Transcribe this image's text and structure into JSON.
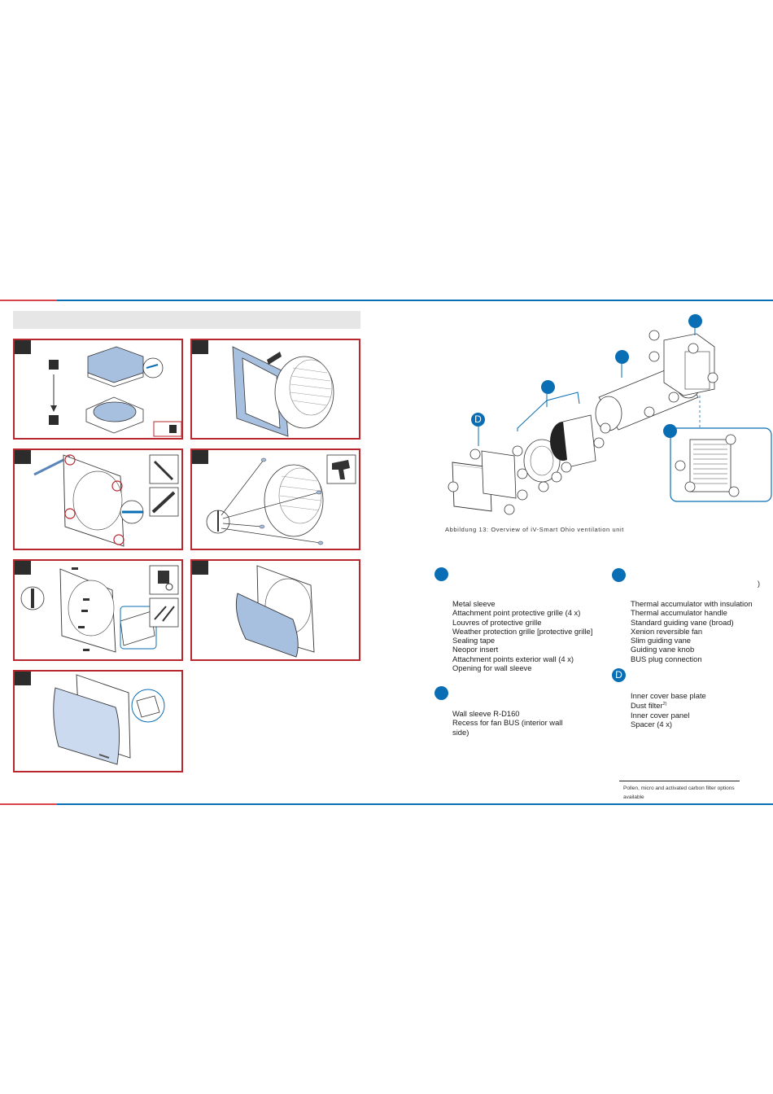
{
  "colors": {
    "accent_red": "#d9434a",
    "accent_blue": "#0a6eb4",
    "step_border": "#b8272d",
    "part_fill": "#a8c0e0"
  },
  "figure": {
    "caption": "Abbildung  13:  Overview of iV-Smart  Ohio ventilation unit",
    "callouts": {
      "d": "D"
    }
  },
  "legend": {
    "group_a": {
      "items": [
        "Metal sleeve",
        "Attachment point protective grille (4 x)",
        "Louvres of protective grille",
        "Weather protection grille [protective grille]",
        "Sealing tape",
        "Neopor insert",
        "Attachment points exterior wall (4 x)",
        "Opening for wall sleeve"
      ]
    },
    "group_b": {
      "items": [
        "Wall sleeve R-D160",
        "Recess for fan BUS (interior wall",
        "side)"
      ]
    },
    "group_c": {
      "items": [
        "Thermal accumulator with insulation",
        "Thermal accumulator handle",
        "Standard guiding vane (broad)",
        "Xenion reversible fan",
        "Slim guiding vane",
        "Guiding vane knob",
        "BUS plug connection"
      ]
    },
    "group_d": {
      "marker": "D",
      "items": [
        "Inner cover base plate",
        "Dust filter",
        "Inner cover panel",
        "Spacer (4 x)"
      ],
      "superscript": "2)"
    },
    "stray_mark": ")"
  },
  "footnote": {
    "lines": [
      "Pollen, micro and activated carbon filter options",
      "available"
    ]
  }
}
